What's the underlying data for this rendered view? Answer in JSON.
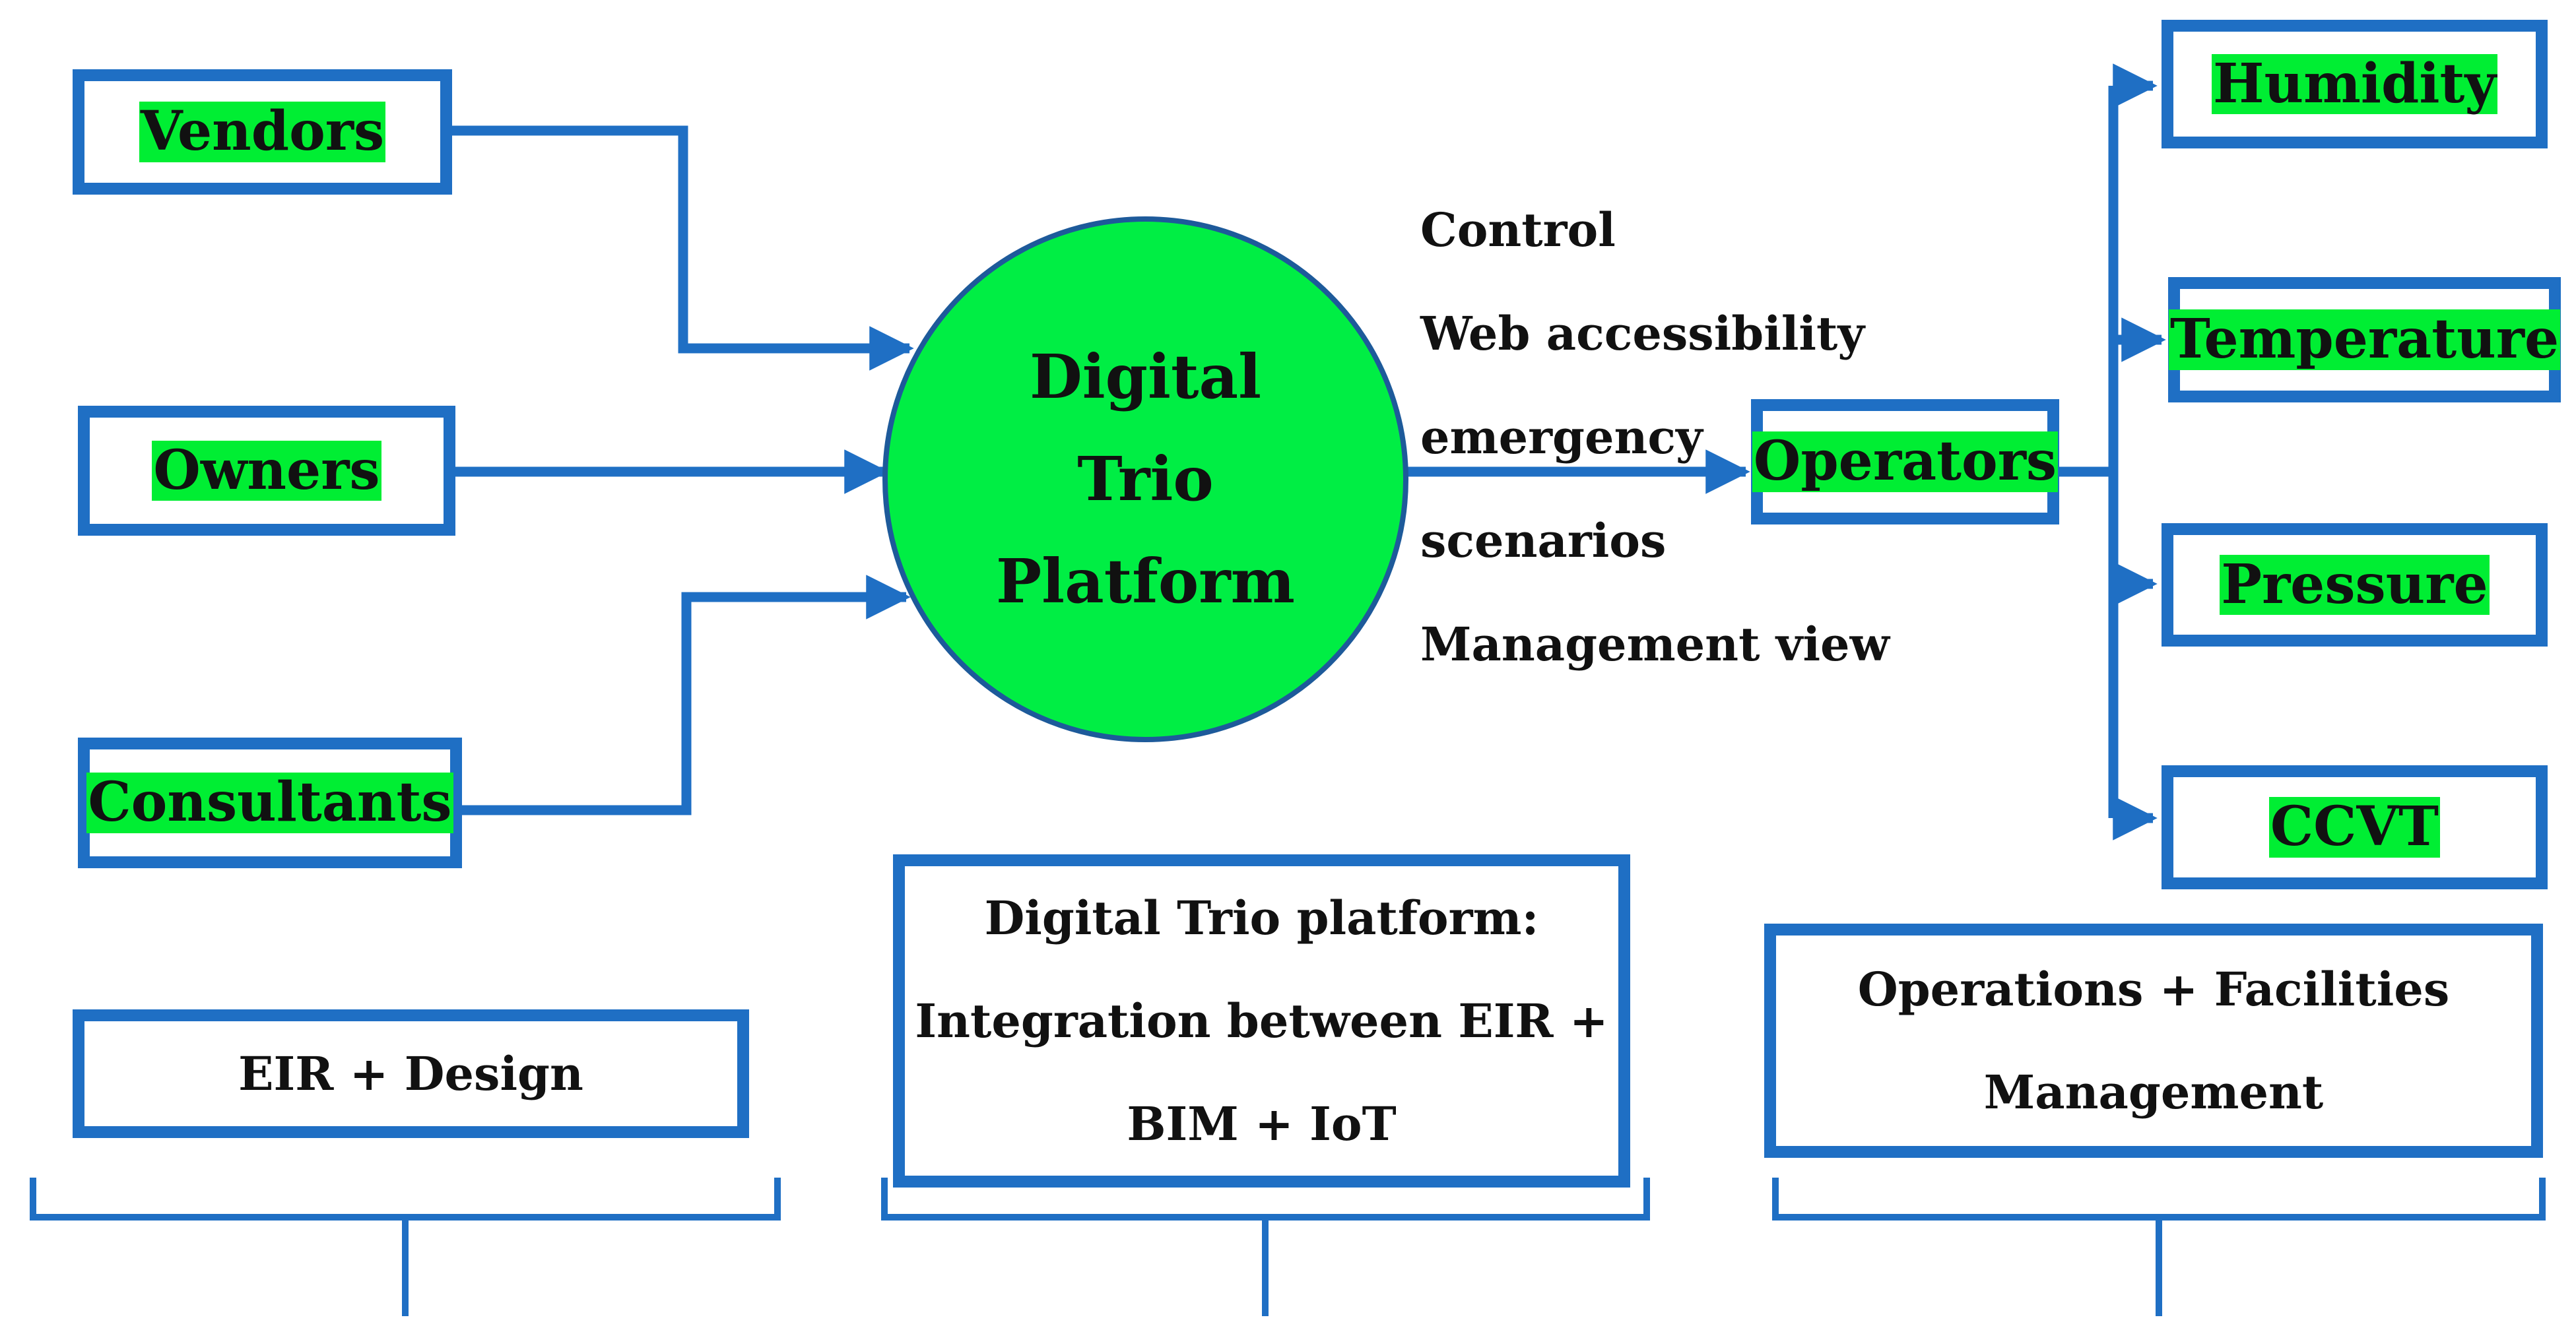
{
  "colors": {
    "border": "#1f6fc4",
    "highlight": "#00ee33",
    "platform_fill": "#00ee44"
  },
  "stakeholders": {
    "vendors": "Vendors",
    "owners": "Owners",
    "consultants": "Consultants"
  },
  "platform": {
    "line1": "Digital",
    "line2": "Trio",
    "line3": "Platform"
  },
  "flows": {
    "control": "Control",
    "web": "Web accessibility",
    "emergency": "emergency",
    "scenarios": "scenarios",
    "management": "Management view"
  },
  "operators": "Operators",
  "sensors": {
    "humidity": "Humidity",
    "temperature": "Temperature",
    "pressure": "Pressure",
    "ccvt": "CCVT"
  },
  "phases": {
    "design": "EIR + Design",
    "integration_line1": "Digital Trio platform:",
    "integration_line2": "Integration between EIR +",
    "integration_line3": "BIM + IoT",
    "operations_line1": "Operations + Facilities",
    "operations_line2": "Management"
  }
}
